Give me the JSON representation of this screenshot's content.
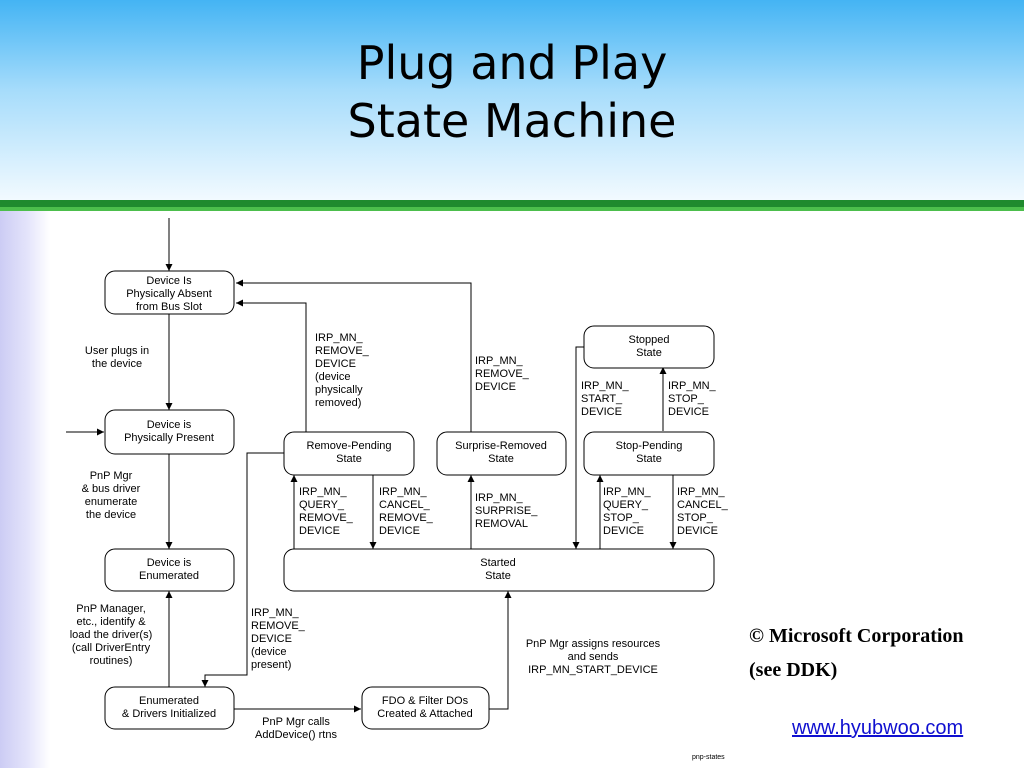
{
  "slide": {
    "title_line1": "Plug and Play",
    "title_line2": "State Machine",
    "copyright_line1": "© Microsoft Corporation",
    "copyright_line2": "(see DDK)",
    "website": "www.hyubwoo.com",
    "tag": "pnp-states"
  },
  "colors": {
    "header_top": "#44b4f4",
    "rule_green": "#1f8a2e",
    "link_blue": "#1010d0"
  },
  "states": {
    "absent": [
      "Device Is",
      "Physically Absent",
      "from Bus Slot"
    ],
    "present": [
      "Device is",
      "Physically Present"
    ],
    "enumerated": [
      "Device is",
      "Enumerated"
    ],
    "drivers_initialized": [
      "Enumerated",
      "& Drivers Initialized"
    ],
    "fdo_attached": [
      "FDO & Filter DOs",
      "Created & Attached"
    ],
    "started": [
      "Started",
      "State"
    ],
    "remove_pending": [
      "Remove-Pending",
      "State"
    ],
    "surprise_removed": [
      "Surprise-Removed",
      "State"
    ],
    "stop_pending": [
      "Stop-Pending",
      "State"
    ],
    "stopped": [
      "Stopped",
      "State"
    ]
  },
  "transitions": {
    "user_plugs": [
      "User plugs in",
      "the device"
    ],
    "pnp_enumerate": [
      "PnP Mgr",
      "& bus driver",
      "enumerate",
      "the device"
    ],
    "load_driver": [
      "PnP Manager,",
      "etc.,  identify &",
      "load the driver(s)",
      "(call DriverEntry",
      "routines)"
    ],
    "add_device": [
      "PnP Mgr calls",
      "AddDevice() rtns"
    ],
    "start_device": [
      "PnP Mgr assigns resources",
      "and sends",
      "IRP_MN_START_DEVICE"
    ],
    "remove_physical": [
      "IRP_MN_",
      "REMOVE_",
      "DEVICE",
      "(device",
      "physically",
      "removed)"
    ],
    "remove_present": [
      "IRP_MN_",
      "REMOVE_",
      "DEVICE",
      "(device",
      "present)"
    ],
    "surprise_remove_device": [
      "IRP_MN_",
      "REMOVE_",
      "DEVICE"
    ],
    "query_remove": [
      "IRP_MN_",
      "QUERY_",
      "REMOVE_",
      "DEVICE"
    ],
    "cancel_remove": [
      "IRP_MN_",
      "CANCEL_",
      "REMOVE_",
      "DEVICE"
    ],
    "surprise_removal": [
      "IRP_MN_",
      "SURPRISE_",
      "REMOVAL"
    ],
    "query_stop": [
      "IRP_MN_",
      "QUERY_",
      "STOP_",
      "DEVICE"
    ],
    "cancel_stop": [
      "IRP_MN_",
      "CANCEL_",
      "STOP_",
      "DEVICE"
    ],
    "start_from_stopped": [
      "IRP_MN_",
      "START_",
      "DEVICE"
    ],
    "stop_device": [
      "IRP_MN_",
      "STOP_",
      "DEVICE"
    ]
  }
}
